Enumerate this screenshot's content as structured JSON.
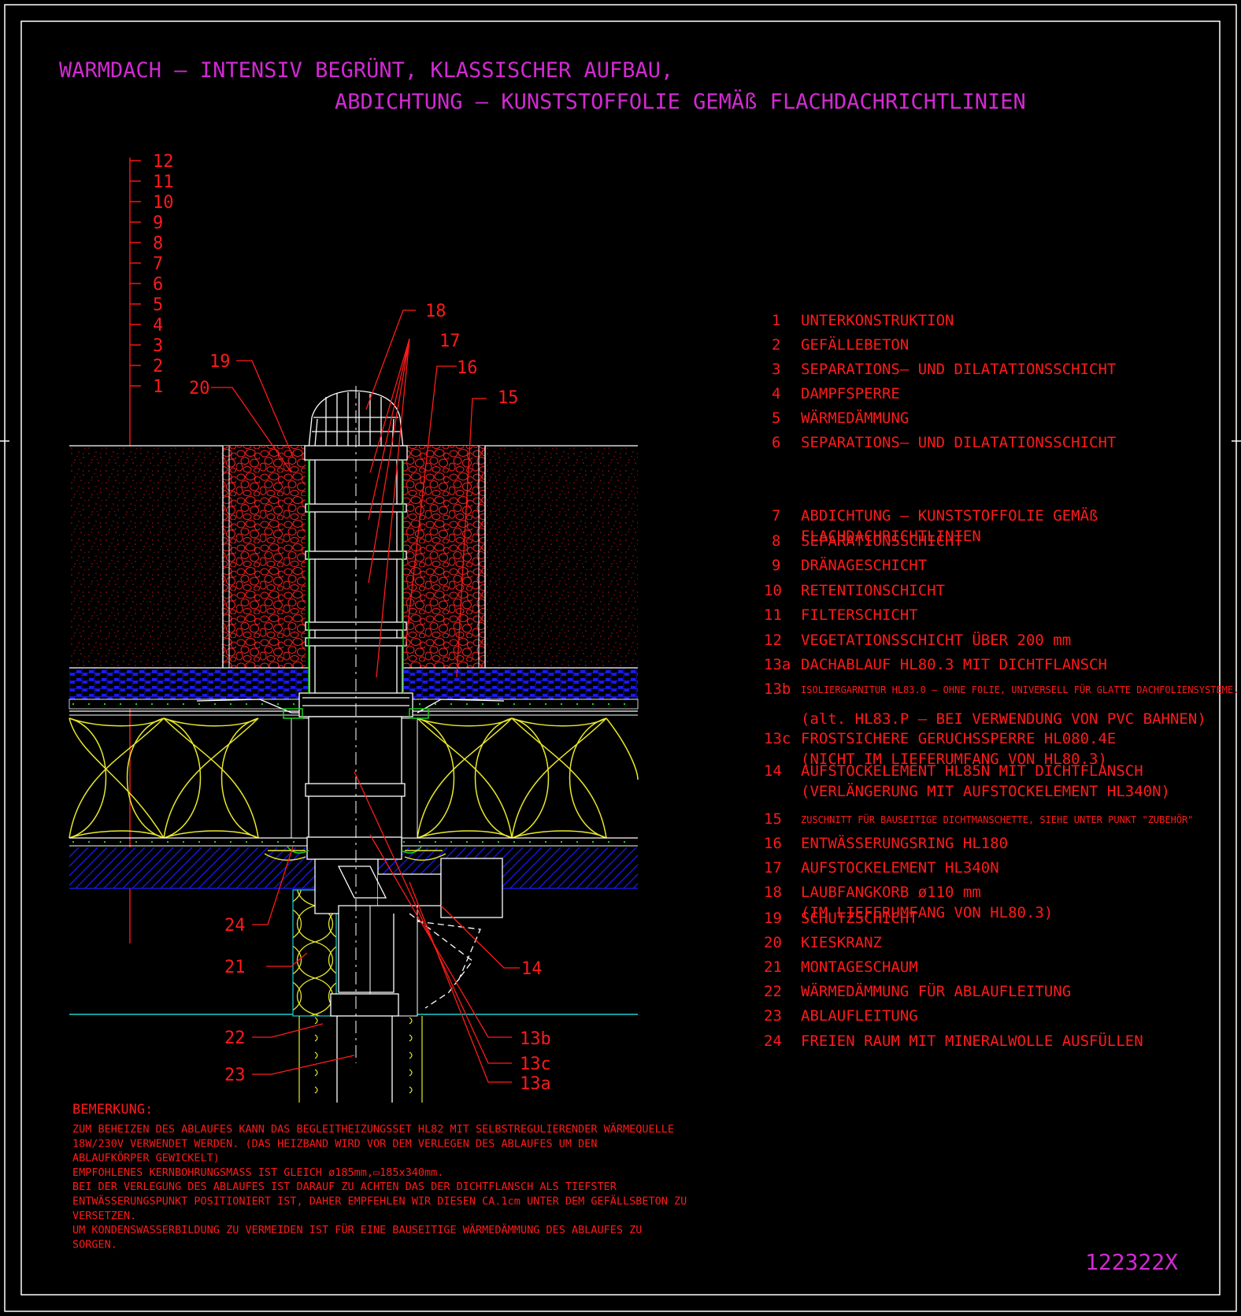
{
  "title": {
    "line1": "WARMDACH – INTENSIV BEGRÜNT, KLASSISCHER AUFBAU,",
    "line2": "ABDICHTUNG – KUNSTSTOFFOLIE GEMÄß FLACHDACHRICHTLINIEN"
  },
  "drawing_number": "122322X",
  "layer_scale": [
    "12",
    "11",
    "10",
    "9",
    "8",
    "7",
    "6",
    "5",
    "4",
    "3",
    "2",
    "1"
  ],
  "callouts": {
    "c18": "18",
    "c17": "17",
    "c16": "16",
    "c15": "15",
    "c19": "19",
    "c20": "20",
    "c24": "24",
    "c21": "21",
    "c22": "22",
    "c23": "23",
    "c14": "14",
    "c13b": "13b",
    "c13c": "13c",
    "c13a": "13a"
  },
  "legend": [
    {
      "num": "1",
      "lines": [
        "UNTERKONSTRUKTION"
      ]
    },
    {
      "num": "2",
      "lines": [
        "GEFÄLLEBETON"
      ]
    },
    {
      "num": "3",
      "lines": [
        "SEPARATIONS– UND DILATATIONSSCHICHT"
      ]
    },
    {
      "num": "4",
      "lines": [
        "DAMPFSPERRE"
      ]
    },
    {
      "num": "5",
      "lines": [
        "WÄRMEDÄMMUNG"
      ]
    },
    {
      "num": "6",
      "lines": [
        "SEPARATIONS– UND DILATATIONSSCHICHT"
      ]
    },
    {
      "num": "7",
      "lines": [
        "ABDICHTUNG – KUNSTSTOFFOLIE GEMÄß",
        "FLACHDACHRICHTLINIEN"
      ]
    },
    {
      "num": "8",
      "lines": [
        "SEPARATIONSSCHICHT"
      ]
    },
    {
      "num": "9",
      "lines": [
        "DRÄNAGESCHICHT"
      ]
    },
    {
      "num": "10",
      "lines": [
        "RETENTIONSCHICHT"
      ]
    },
    {
      "num": "11",
      "lines": [
        "FILTERSCHICHT"
      ]
    },
    {
      "num": "12",
      "lines": [
        "VEGETATIONSSCHICHT ÜBER 200 mm"
      ]
    },
    {
      "num": "13a",
      "lines": [
        "DACHABLAUF HL80.3 MIT DICHTFLANSCH"
      ]
    },
    {
      "num": "13b",
      "lines": [
        "ISOLIERGARNITUR HL83.0 – OHNE FOLIE, UNIVERSELL FÜR GLATTE DACHFOLIENSYSTEME.",
        "(alt. HL83.P – BEI VERWENDUNG VON PVC BAHNEN)"
      ]
    },
    {
      "num": "13c",
      "lines": [
        "FROSTSICHERE GERUCHSSPERRE HL080.4E",
        "(NICHT IM LIEFERUMFANG VON HL80.3)"
      ]
    },
    {
      "num": "14",
      "lines": [
        "AUFSTOCKELEMENT HL85N MIT DICHTFLANSCH",
        "(VERLÄNGERUNG MIT AUFSTOCKELEMENT HL340N)"
      ]
    },
    {
      "num": "15",
      "lines": [
        "ZUSCHNITT FÜR BAUSEITIGE DICHTMANSCHETTE, SIEHE UNTER PUNKT \"ZUBEHÖR\""
      ]
    },
    {
      "num": "16",
      "lines": [
        "ENTWÄSSERUNGSRING HL180"
      ]
    },
    {
      "num": "17",
      "lines": [
        "AUFSTOCKELEMENT HL340N"
      ]
    },
    {
      "num": "18",
      "lines": [
        "LAUBFANGKORB ø110 mm",
        "(IM LIEFERUMFANG VON HL80.3)"
      ]
    },
    {
      "num": "19",
      "lines": [
        "SCHUTZSCHICHT"
      ]
    },
    {
      "num": "20",
      "lines": [
        "KIESKRANZ"
      ]
    },
    {
      "num": "21",
      "lines": [
        "MONTAGESCHAUM"
      ]
    },
    {
      "num": "22",
      "lines": [
        "WÄRMEDÄMMUNG FÜR ABLAUFLEITUNG"
      ]
    },
    {
      "num": "23",
      "lines": [
        "ABLAUFLEITUNG"
      ]
    },
    {
      "num": "24",
      "lines": [
        "FREIEN RAUM MIT MINERALWOLLE AUSFÜLLEN"
      ]
    }
  ],
  "remarks": {
    "heading": "BEMERKUNG:",
    "lines": [
      "ZUM BEHEIZEN DES ABLAUFES KANN DAS BEGLEITHEIZUNGSSET HL82 MIT SELBSTREGULIERENDER WÄRMEQUELLE",
      "18W/230V VERWENDET WERDEN. (DAS HEIZBAND WIRD VOR DEM VERLEGEN DES ABLAUFES UM DEN",
      "ABLAUFKÖRPER GEWICKELT)",
      "EMPFOHLENES KERNBOHRUNGSMASS IST GLEICH ø185mm,▭185x340mm.",
      "BEI DER VERLEGUNG DES ABLAUFES IST DARAUF ZU ACHTEN DAS DER DICHTFLANSCH ALS TIEFSTER",
      "ENTWÄSSERUNGSPUNKT POSITIONIERT IST, DAHER EMPFEHLEN WIR DIESEN CA.1cm UNTER DEM GEFÄLLSBETON ZU",
      "VERSETZEN.",
      "UM KONDENSWASSERBILDUNG ZU VERMEIDEN IST FÜR EINE BAUSEITIGE WÄRMEDÄMMUNG DES ABLAUFES ZU",
      "SORGEN."
    ]
  },
  "colors": {
    "background": "#000000",
    "title": "#d12ad1",
    "text": "#ff1a1a",
    "frame": "#ffffff",
    "insulation": "#e8e82a",
    "membrane_dots": "#1ad11a",
    "blue_layer": "#1a1aff",
    "ground_line": "#1ad1d1"
  }
}
